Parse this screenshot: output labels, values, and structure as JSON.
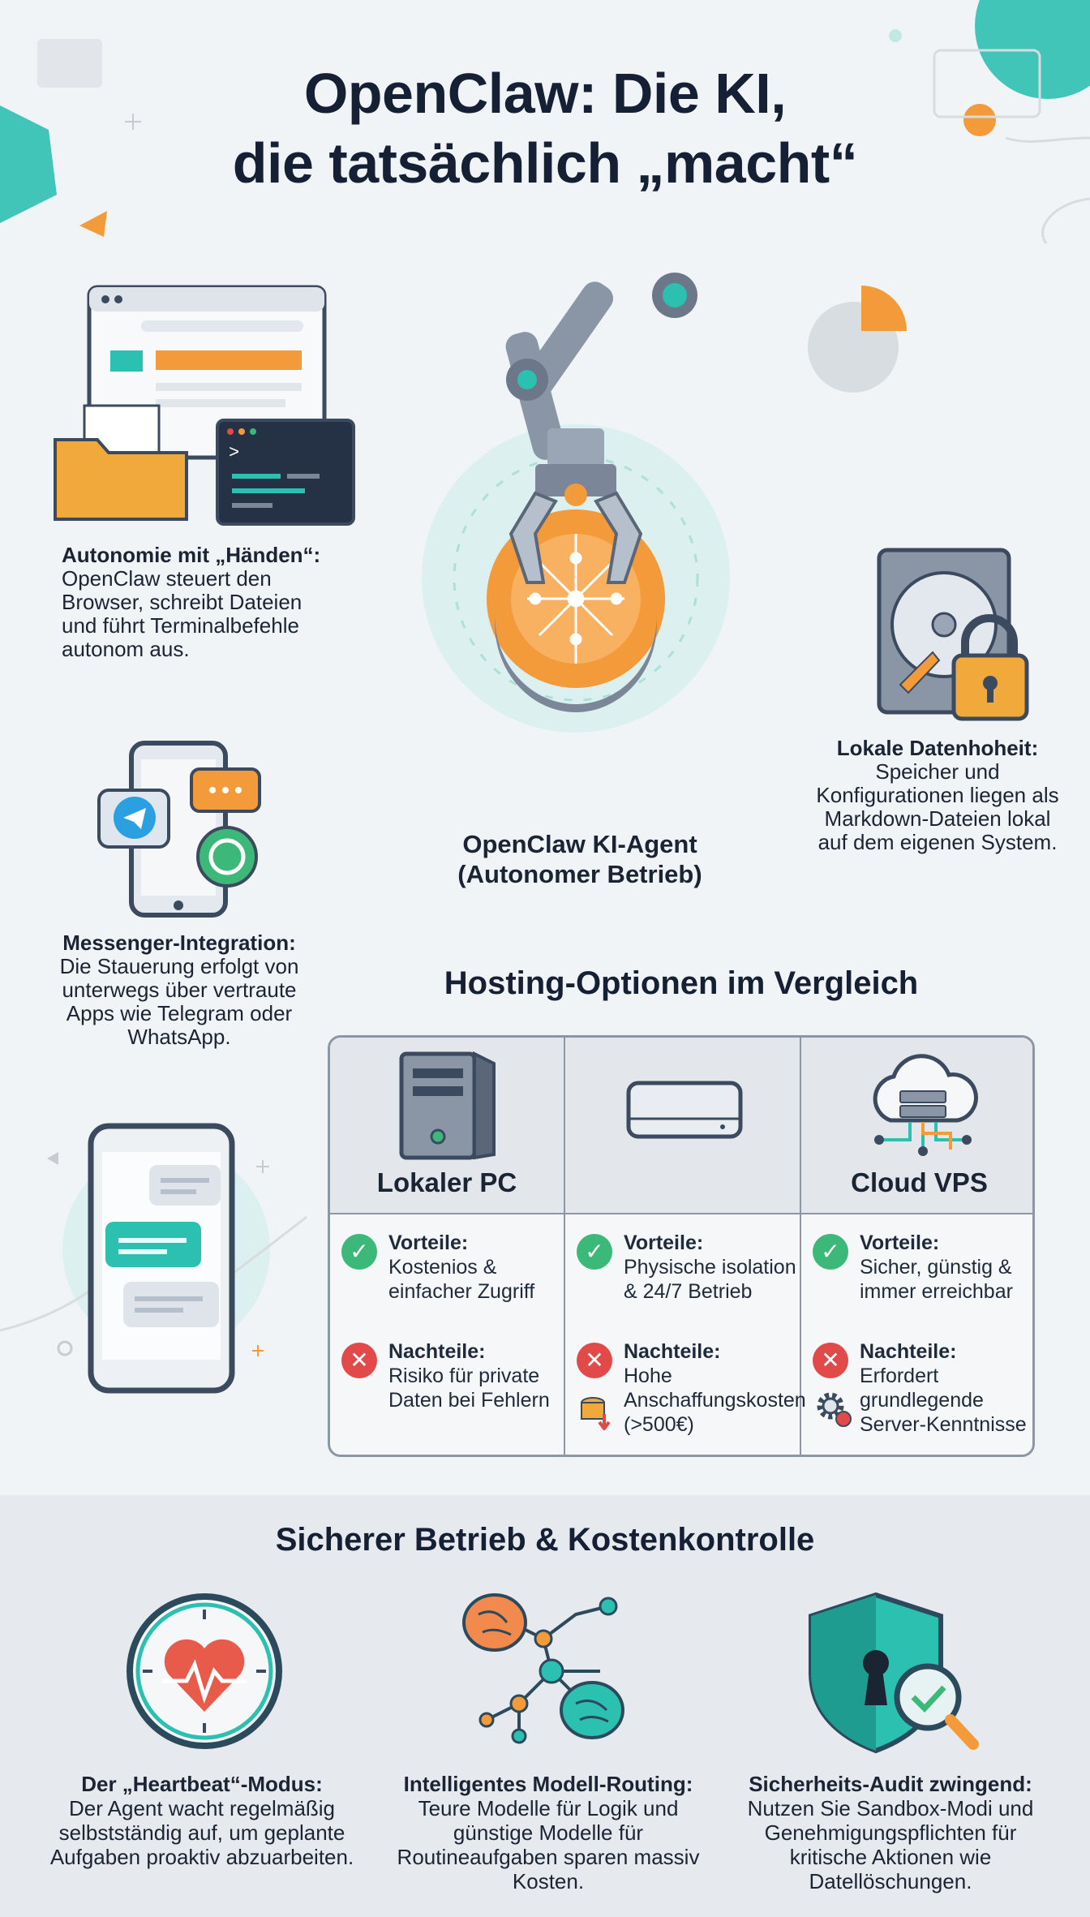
{
  "title": {
    "line1": "OpenClaw: Die KI,",
    "line2": "die tatsächlich „macht“"
  },
  "features": {
    "autonomy": {
      "heading": "Autonomie mit „Händen“:",
      "text": "OpenClaw steuert den Browser, schreibt Dateien und führt Terminalbefehle autonom aus."
    },
    "data": {
      "heading": "Lokale Datenhoheit:",
      "text": "Speicher und Konfigurationen liegen als Markdown-Dateien lokal auf dem eigenen System."
    },
    "messenger": {
      "heading": "Messenger-Integration:",
      "text": "Die Stauerung erfolgt von unterwegs über vertraute Apps wie Telegram oder WhatsApp."
    }
  },
  "agent": {
    "line1": "OpenClaw KI-Agent",
    "line2": "(Autonomer Betrieb)"
  },
  "hosting": {
    "title": "Hosting-Optionen im Vergleich",
    "columns": [
      {
        "name": "Lokaler PC",
        "pro_label": "Vorteile:",
        "pro_text": "Kostenios & einfacher Zugriff",
        "con_label": "Nachteile:",
        "con_text": "Risiko für private Daten bei Fehlern"
      },
      {
        "name": "",
        "pro_label": "Vorteile:",
        "pro_text": "Physische isolation & 24/7 Betrieb",
        "con_label": "Nachteile:",
        "con_text": "Hohe Anschaffungskosten (>500€)"
      },
      {
        "name": "Cloud VPS",
        "pro_label": "Vorteile:",
        "pro_text": "Sicher, günstig & immer erreichbar",
        "con_label": "Nachteile:",
        "con_text": "Erfordert grundlegende Server-Kenntnisse"
      }
    ]
  },
  "operations": {
    "title": "Sicherer Betrieb & Kostenkontrolle",
    "items": [
      {
        "heading": "Der „Heartbeat“-Modus:",
        "text": "Der Agent wacht regelmäßig selbstständig auf, um geplante Aufgaben proaktiv abzuarbeiten."
      },
      {
        "heading": "Intelligentes Modell-Routing:",
        "text": "Teure Modelle für Logik und günstige Modelle für Routineaufgaben sparen massiv Kosten."
      },
      {
        "heading": "Sicherheits-Audit zwingend:",
        "text": "Nutzen Sie Sandbox-Modi und Genehmigungspflichten für kritische Aktionen wie Datellöschungen."
      }
    ]
  },
  "icons": [
    "browser-window-icon",
    "folder-icon",
    "terminal-icon",
    "robot-arm-icon",
    "hard-drive-icon",
    "lock-icon",
    "smartphone-icon",
    "telegram-icon",
    "whatsapp-icon",
    "chat-bubble-icon",
    "pie-chart-icon",
    "pc-tower-icon",
    "mini-pc-icon",
    "cloud-server-icon",
    "check-icon",
    "cross-icon",
    "coins-icon",
    "gear-icon",
    "heartbeat-clock-icon",
    "brain-network-icon",
    "shield-keyhole-icon",
    "magnifier-icon"
  ],
  "colors": {
    "accent_orange": "#f39a3b",
    "accent_teal": "#2cc0b0",
    "pro_green": "#3cb878",
    "con_red": "#e24a4a",
    "text_dark": "#152034"
  }
}
